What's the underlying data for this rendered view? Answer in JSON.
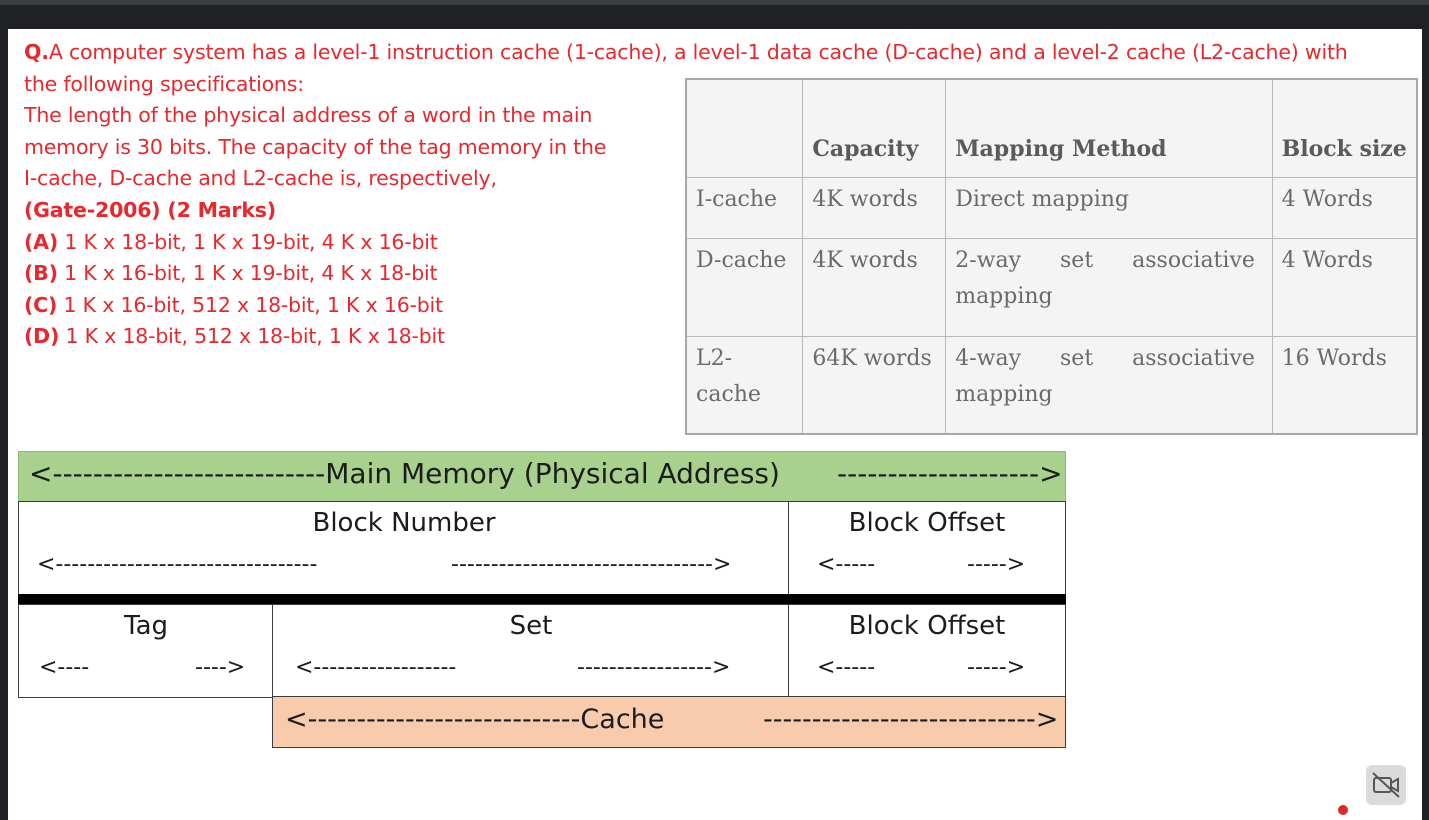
{
  "question": {
    "line1_prefix": "Q.",
    "line1": "A computer system has a level-1 instruction cache (1-cache), a level-1 data cache (D-cache) and a level-2 cache (L2-cache) with",
    "line2": "the following specifications:",
    "line3": "The length of the physical address of a word in the main",
    "line4": "memory is 30 bits. The capacity of the tag memory in the",
    "line5": "I-cache, D-cache and L2-cache is, respectively,",
    "source": "(Gate-2006) (2 Marks)",
    "options": [
      {
        "label": "(A)",
        "text": "1 K x 18-bit, 1 K x 19-bit, 4 K x 16-bit"
      },
      {
        "label": "(B)",
        "text": "1 K x 16-bit, 1 K x 19-bit, 4 K x 18-bit"
      },
      {
        "label": "(C)",
        "text": "1 K x 16-bit, 512 x 18-bit, 1 K x 16-bit"
      },
      {
        "label": "(D)",
        "text": "1 K x 18-bit, 512 x 18-bit, 1 K x 18-bit"
      }
    ]
  },
  "table": {
    "headers": [
      "",
      "Capacity",
      "Mapping Method",
      "Block size"
    ],
    "rows": [
      [
        "I-cache",
        "4K words",
        "Direct mapping",
        "4 Words"
      ],
      [
        "D-cache",
        "4K words",
        "2-way set associative mapping",
        "4 Words"
      ],
      [
        "L2-cache",
        "64K words",
        "4-way set associative mapping",
        "16 Words"
      ]
    ]
  },
  "diagram": {
    "main_memory_left": "<---------------------------Main Memory (Physical Address)",
    "main_memory_right": "-------------------->",
    "block_number": "Block Number",
    "block_number_arrow_left": "<---------------------------------",
    "block_number_arrow_right": "--------------------------------->",
    "block_offset_1": "Block Offset",
    "block_offset_arrow_left": "<-----",
    "block_offset_arrow_right": "----->",
    "tag": "Tag",
    "tag_arrow_left": "<----",
    "tag_arrow_right": "---->",
    "set": "Set",
    "set_arrow_left": "<------------------",
    "set_arrow_right": "----------------->",
    "block_offset_2": "Block Offset",
    "cache_left": "<----------------------------Cache",
    "cache_right": "---------------------------->"
  },
  "colors": {
    "question_text": "#e8282c",
    "main_memory_banner": "#a9d18e",
    "cache_banner": "#f8cbad",
    "separator": "#000000"
  },
  "icons": [
    "camera-off-icon",
    "record-dot-icon"
  ]
}
